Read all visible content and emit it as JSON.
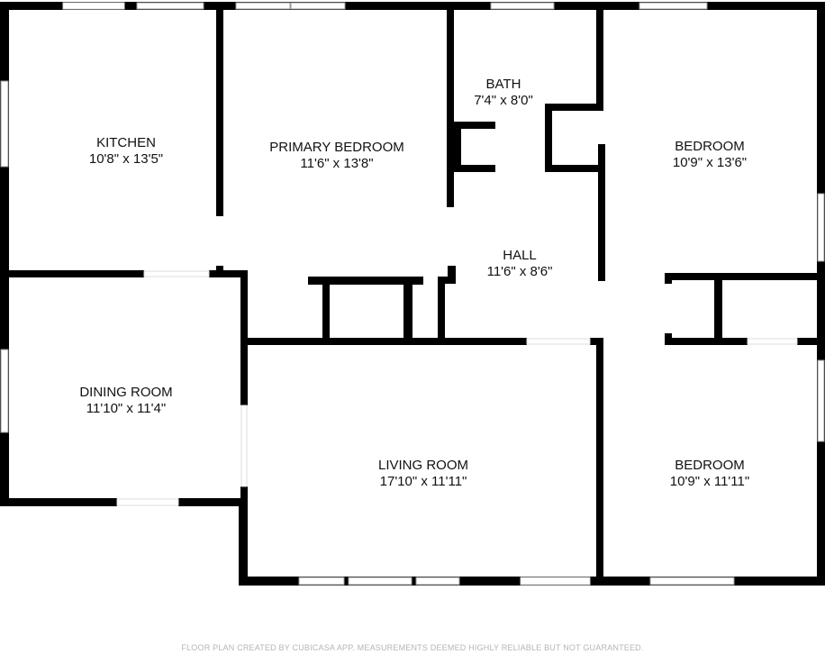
{
  "rooms": {
    "kitchen": {
      "name": "KITCHEN",
      "size": "10'8\" x 13'5\""
    },
    "primary_bedroom": {
      "name": "PRIMARY BEDROOM",
      "size": "11'6\" x 13'8\""
    },
    "bath": {
      "name": "BATH",
      "size": "7'4\" x 8'0\""
    },
    "bedroom_1": {
      "name": "BEDROOM",
      "size": "10'9\" x 13'6\""
    },
    "hall": {
      "name": "HALL",
      "size": "11'6\" x 8'6\""
    },
    "dining_room": {
      "name": "DINING ROOM",
      "size": "11'10\" x 11'4\""
    },
    "living_room": {
      "name": "LIVING ROOM",
      "size": "17'10\" x 11'11\""
    },
    "bedroom_2": {
      "name": "BEDROOM",
      "size": "10'9\" x 11'11\""
    }
  },
  "footer": "FLOOR PLAN CREATED BY CUBICASA APP. MEASUREMENTS DEEMED HIGHLY RELIABLE BUT NOT GUARANTEED.",
  "colors": {
    "wall": "#000000",
    "window": "#9a9a9a",
    "opening": "#d8d8d8"
  }
}
